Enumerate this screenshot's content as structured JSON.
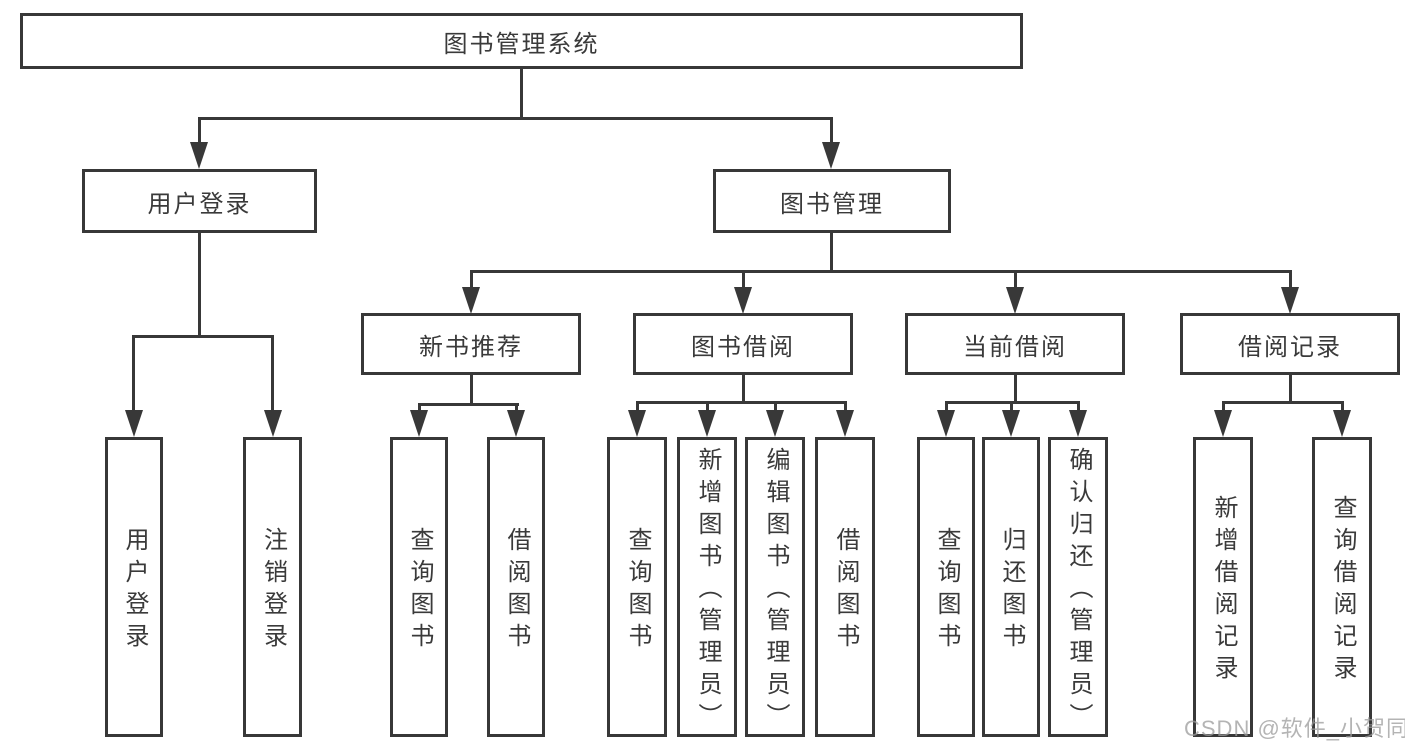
{
  "diagram": {
    "tree": {
      "label": "图书管理系统",
      "children": [
        {
          "label": "用户登录",
          "children": [
            {
              "label": "用户登录"
            },
            {
              "label": "注销登录"
            }
          ]
        },
        {
          "label": "图书管理",
          "children": [
            {
              "label": "新书推荐",
              "children": [
                {
                  "label": "查询图书"
                },
                {
                  "label": "借阅图书"
                }
              ]
            },
            {
              "label": "图书借阅",
              "children": [
                {
                  "label": "查询图书"
                },
                {
                  "label": "新增图书（管理员）"
                },
                {
                  "label": "编辑图书（管理员）"
                },
                {
                  "label": "借阅图书"
                }
              ]
            },
            {
              "label": "当前借阅",
              "children": [
                {
                  "label": "查询图书"
                },
                {
                  "label": "归还图书"
                },
                {
                  "label": "确认归还（管理员）"
                }
              ]
            },
            {
              "label": "借阅记录",
              "children": [
                {
                  "label": "新增借阅记录"
                },
                {
                  "label": "查询借阅记录"
                }
              ]
            }
          ]
        }
      ]
    },
    "colors": {
      "line": "#383838",
      "text": "#3a3a3a",
      "box_background": "#ffffff",
      "watermark": "#9b9b9b"
    }
  },
  "watermark": {
    "text": "CSDN @软件_小贺同学"
  }
}
